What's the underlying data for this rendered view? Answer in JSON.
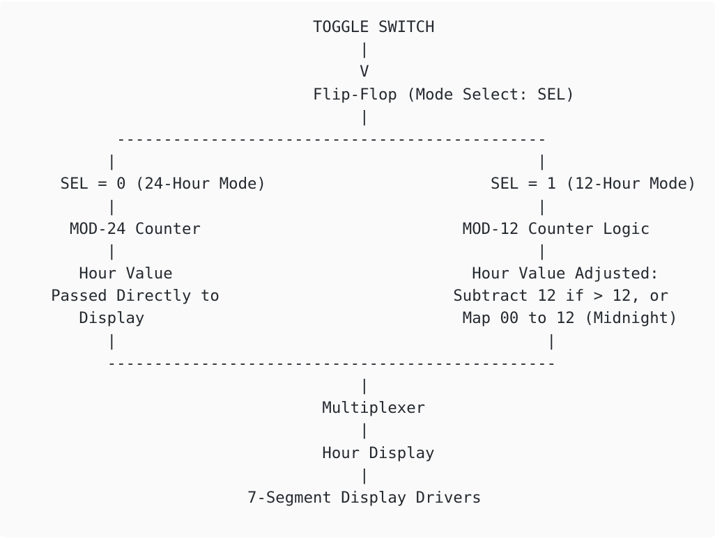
{
  "page": {
    "background_color": "#ffffff",
    "block_background_color": "#fafafa",
    "text_color": "#24292f"
  },
  "structure": {
    "top_node": "TOGGLE SWITCH",
    "mode_select_node": "Flip-Flop (Mode Select: SEL)",
    "left_branch": {
      "condition": "SEL = 0 (24-Hour Mode)",
      "counter": "MOD-24 Counter",
      "result": [
        "Hour Value",
        "Passed Directly to",
        "Display"
      ]
    },
    "right_branch": {
      "condition": "SEL = 1 (12-Hour Mode)",
      "counter": "MOD-12 Counter Logic",
      "result": [
        "Hour Value Adjusted:",
        "Subtract 12 if > 12, or",
        "Map 00 to 12 (Midnight)"
      ]
    },
    "merge_nodes": [
      "Multiplexer",
      "Hour Display",
      "7-Segment Display Drivers"
    ]
  },
  "diagram": {
    "lines": [
      {
        "name": "node-toggle-switch-label",
        "text": "                                 TOGGLE SWITCH"
      },
      {
        "name": "connector-toggle-to-flipflop",
        "text": "                                      |"
      },
      {
        "name": "arrow-down",
        "text": "                                      V"
      },
      {
        "name": "node-flipflop-label",
        "text": "                                 Flip-Flop (Mode Select: SEL)"
      },
      {
        "name": "connector-flipflop-to-branch",
        "text": "                                      |"
      },
      {
        "name": "branch-split-rule",
        "text": "            ----------------------------------------------"
      },
      {
        "name": "branch-stems-1",
        "text": "           |                                             |"
      },
      {
        "name": "row-sel-mode-labels",
        "text": "      SEL = 0 (24-Hour Mode)                        SEL = 1 (12-Hour Mode)"
      },
      {
        "name": "branch-stems-2",
        "text": "           |                                             |"
      },
      {
        "name": "row-counter-labels",
        "text": "       MOD-24 Counter                            MOD-12 Counter Logic"
      },
      {
        "name": "branch-stems-3",
        "text": "           |                                             |"
      },
      {
        "name": "row-hour-value-labels-1",
        "text": "        Hour Value                                Hour Value Adjusted:"
      },
      {
        "name": "row-hour-value-labels-2",
        "text": "     Passed Directly to                         Subtract 12 if > 12, or"
      },
      {
        "name": "row-hour-value-labels-3",
        "text": "        Display                                  Map 00 to 12 (Midnight)"
      },
      {
        "name": "branch-stems-4",
        "text": "           |                                              |"
      },
      {
        "name": "branch-merge-rule",
        "text": "           ------------------------------------------------"
      },
      {
        "name": "connector-merge-to-multiplexer",
        "text": "                                      |"
      },
      {
        "name": "node-multiplexer-label",
        "text": "                                  Multiplexer"
      },
      {
        "name": "connector-multiplexer-to-display",
        "text": "                                      |"
      },
      {
        "name": "node-hour-display-label",
        "text": "                                  Hour Display"
      },
      {
        "name": "connector-display-to-drivers",
        "text": "                                      |"
      },
      {
        "name": "node-display-drivers-label",
        "text": "                          7-Segment Display Drivers"
      }
    ]
  }
}
